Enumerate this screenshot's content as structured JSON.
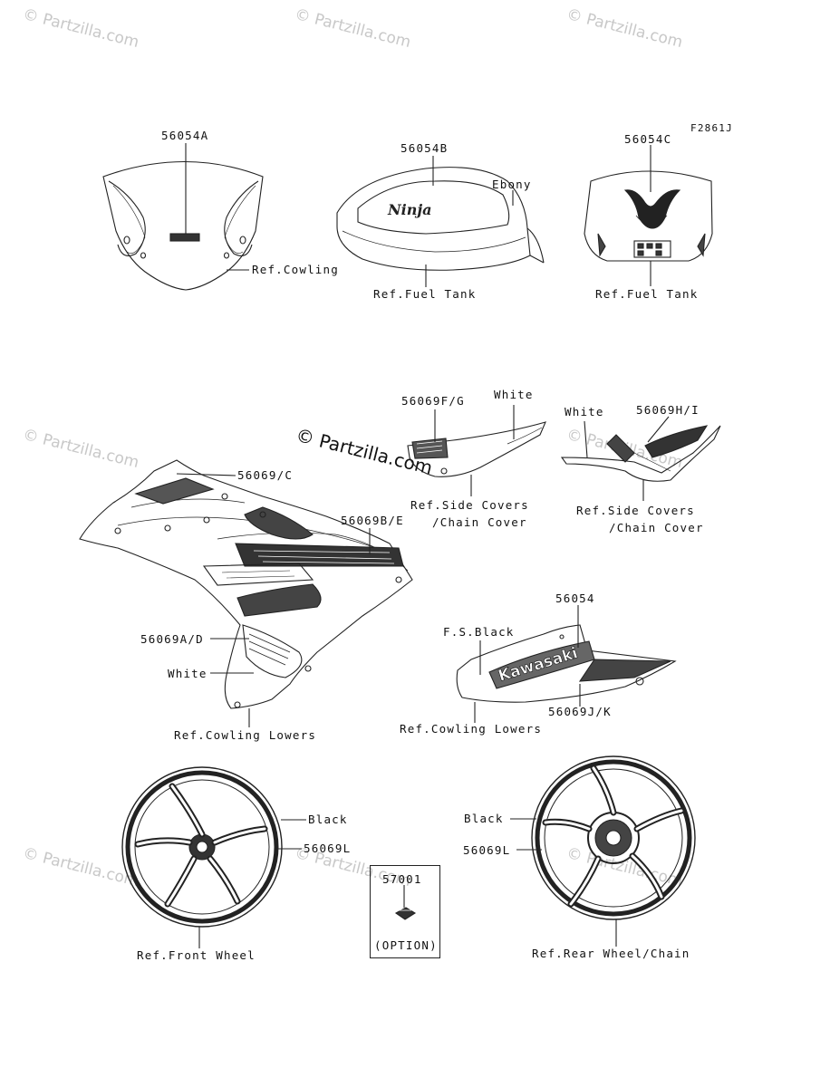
{
  "watermark": "© Partzilla.com",
  "diagram_code": "F2861J",
  "labels": {
    "p56054A": "56054A",
    "ref_cowling": "Ref.Cowling",
    "p56054B": "56054B",
    "ebony": "Ebony",
    "ref_fuel_tank_b": "Ref.Fuel Tank",
    "p56054C": "56054C",
    "ref_fuel_tank_c": "Ref.Fuel Tank",
    "p56069FG": "56069F/G",
    "white_fg": "White",
    "ref_side_covers_fg": "Ref.Side Covers",
    "chain_cover_fg": "/Chain Cover",
    "white_hi": "White",
    "p56069HI": "56069H/I",
    "ref_side_covers_hi": "Ref.Side Covers",
    "chain_cover_hi": "/Chain Cover",
    "p56069C": "56069/C",
    "p56069BE": "56069B/E",
    "p56069AD": "56069A/D",
    "white_ad": "White",
    "ref_cowling_lowers_l": "Ref.Cowling Lowers",
    "p56054": "56054",
    "fs_black": "F.S.Black",
    "p56069JK": "56069J/K",
    "ref_cowling_lowers_r": "Ref.Cowling Lowers",
    "black_front": "Black",
    "p56069L_front": "56069L",
    "ref_front_wheel": "Ref.Front Wheel",
    "p57001": "57001",
    "option": "(OPTION)",
    "black_rear": "Black",
    "p56069L_rear": "56069L",
    "ref_rear_wheel": "Ref.Rear Wheel/Chain"
  },
  "decal_text": {
    "ninja": "Ninja",
    "kawasaki": "Kawasaki"
  }
}
